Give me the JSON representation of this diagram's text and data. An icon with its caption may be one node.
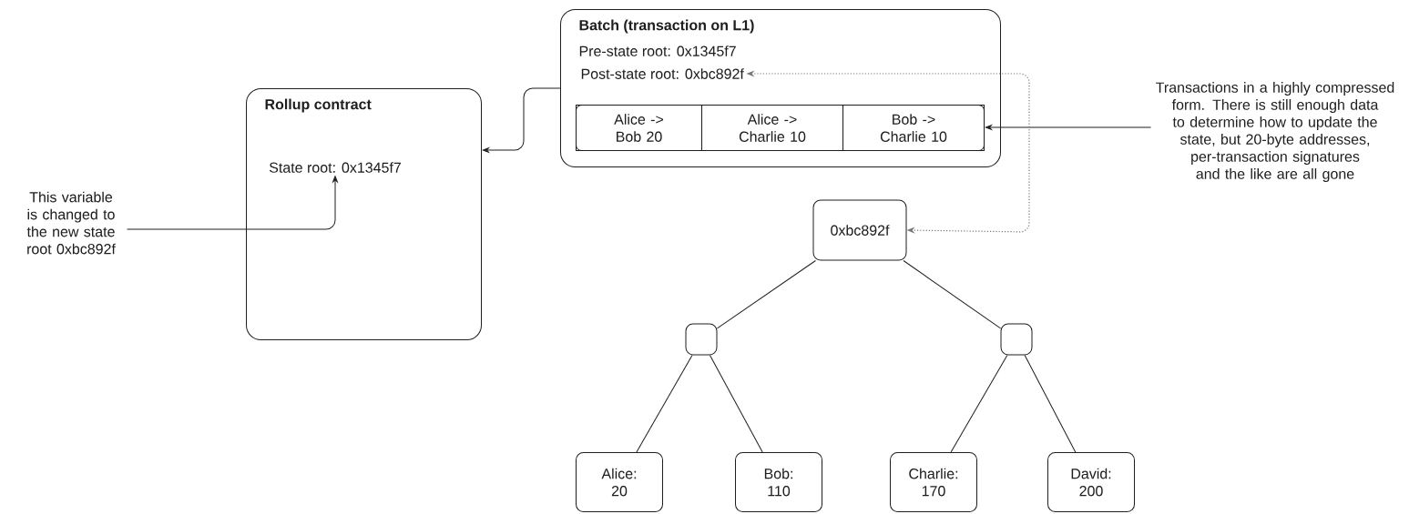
{
  "diagram": {
    "nodes": [
      {
        "text": [
          "Batch (transaction on L1)",
          "Pre-state root: 0x1345f7"
        ]
      },
      {
        "text": [
          "Post-state root: 0xbc892f"
        ],
        "in": 0
      },
      {
        "text": [],
        "shape": "box",
        "in": 0
      },
      {
        "text": [
          "Alice -> Bob 20"
        ],
        "in": 2
      },
      {
        "text": [
          "Alice -> Charlie 10"
        ],
        "in": 2
      },
      {
        "text": [
          "Bob -> Charlie 10"
        ],
        "in": 2
      },
      {
        "text": [
          "Rollup contract"
        ]
      },
      {
        "text": [
          "State root: 0x1345f7"
        ],
        "in": 6
      },
      {
        "text": [
          "This variable is changed to the new state root 0xbc892f"
        ]
      },
      {
        "text": [
          "Transactions in a highly compressed form. There is still enough data to determine how to update the state, but 20-byte addresses, per-transaction signatures and the like are all gone"
        ]
      },
      {
        "text": [
          "0xbc892f"
        ]
      },
      {
        "text": [],
        "shape": "box"
      },
      {
        "text": [],
        "shape": "box"
      },
      {
        "text": [
          "Alice: 20"
        ]
      },
      {
        "text": [
          "Bob: 110"
        ]
      },
      {
        "text": [
          "Charlie: 170"
        ]
      },
      {
        "text": [
          "David: 200"
        ]
      }
    ],
    "edges": [
      {
        "from": 0,
        "to": 6,
        "arrow": "to"
      },
      {
        "from": 8,
        "to": 7,
        "arrow": "to"
      },
      {
        "from": 9,
        "to": 2,
        "arrow": "to"
      },
      {
        "from": 1,
        "to": 10,
        "arrow": "both",
        "style": "dashed",
        "color": "#777777"
      },
      {
        "from": 10,
        "to": 11,
        "arrow": "none"
      },
      {
        "from": 10,
        "to": 12,
        "arrow": "none"
      },
      {
        "from": 11,
        "to": 13,
        "arrow": "none"
      },
      {
        "from": 11,
        "to": 14,
        "arrow": "none"
      },
      {
        "from": 12,
        "to": 15,
        "arrow": "none"
      },
      {
        "from": 12,
        "to": 16,
        "arrow": "none"
      }
    ]
  }
}
